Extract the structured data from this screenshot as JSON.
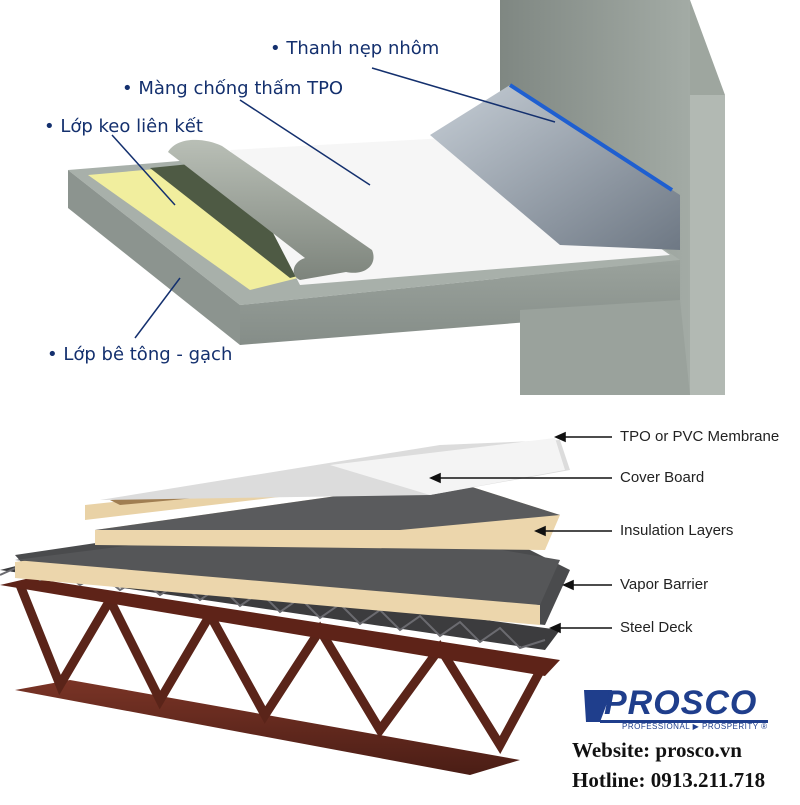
{
  "top_diagram": {
    "labels": [
      {
        "id": "aluminum-strip",
        "text": "• Thanh nẹp nhôm"
      },
      {
        "id": "tpo-membrane",
        "text": "• Màng chống thấm TPO"
      },
      {
        "id": "adhesive-layer",
        "text": "• Lớp keo liên kết"
      },
      {
        "id": "concrete-layer",
        "text": "• Lớp bê tông - gạch"
      }
    ]
  },
  "bottom_diagram": {
    "labels": [
      {
        "id": "membrane",
        "text": "TPO or PVC Membrane"
      },
      {
        "id": "cover-board",
        "text": "Cover Board"
      },
      {
        "id": "insulation",
        "text": "Insulation Layers"
      },
      {
        "id": "vapor-barrier",
        "text": "Vapor Barrier"
      },
      {
        "id": "steel-deck",
        "text": "Steel Deck"
      }
    ]
  },
  "brand": {
    "name": "PROSCO",
    "tagline": "PROFESSIONAL ▶ PROSPERITY ®",
    "website": "Website: prosco.vn",
    "hotline": "Hotline: 0913.211.718"
  },
  "colors": {
    "label_blue": "#14306e",
    "concrete": "#8f9892",
    "adhesive_yellow": "#f1ee9e",
    "membrane_white": "#f6f6f6",
    "insulation_tan": "#ecd6ac",
    "steel_rust": "#6b2a1f",
    "brand_blue": "#1f3e8c"
  }
}
